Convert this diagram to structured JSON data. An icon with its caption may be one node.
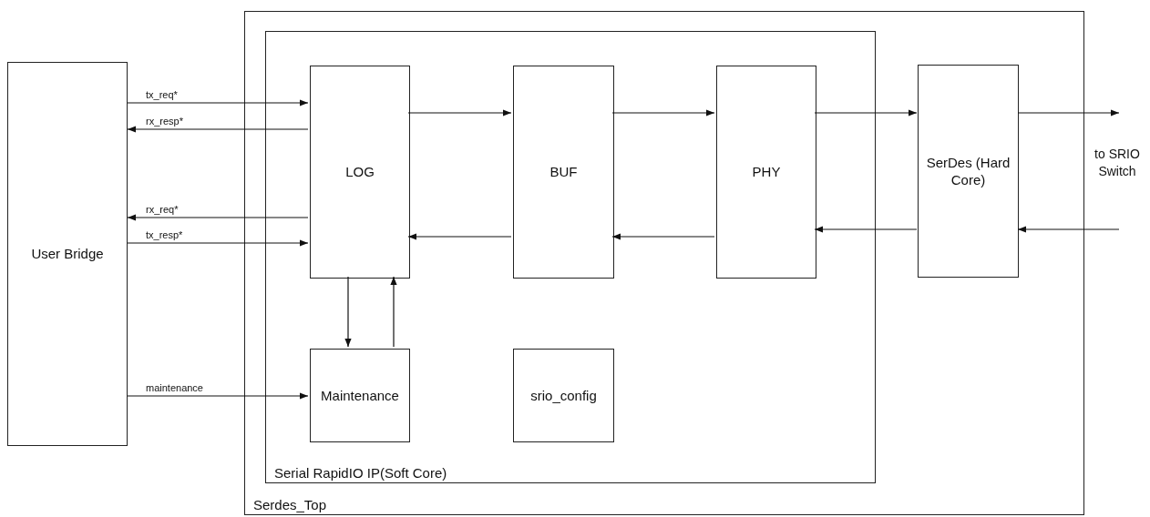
{
  "diagram": {
    "nodes": [
      {
        "text": [
          "Serdes_Top"
        ]
      },
      {
        "text": [
          "Serial RapidIO IP(Soft Core)"
        ],
        "in": 0
      },
      {
        "text": [
          "LOG"
        ],
        "in": 1
      },
      {
        "text": [
          "BUF"
        ],
        "in": 1
      },
      {
        "text": [
          "PHY"
        ],
        "in": 1
      },
      {
        "text": [
          "SerDes (Hard Core)"
        ],
        "in": 0
      },
      {
        "text": [
          "Maintenance"
        ],
        "in": 1
      },
      {
        "text": [
          "srio_config"
        ],
        "in": 1
      },
      {
        "text": [
          "User Bridge"
        ]
      }
    ],
    "edges": [
      {
        "from": 8,
        "to": 2,
        "arrow": "to",
        "label": "tx_req*"
      },
      {
        "from": 2,
        "to": 8,
        "arrow": "to",
        "label": "rx_resp*"
      },
      {
        "from": 2,
        "to": 8,
        "arrow": "to",
        "label": "rx_req*"
      },
      {
        "from": 8,
        "to": 2,
        "arrow": "to",
        "label": "tx_resp*"
      },
      {
        "from": 2,
        "to": 3,
        "arrow": "to"
      },
      {
        "from": 3,
        "to": 4,
        "arrow": "to"
      },
      {
        "from": 4,
        "to": 5,
        "arrow": "to"
      },
      {
        "from": 5,
        "to": null,
        "arrow": "to"
      },
      {
        "from": null,
        "to": 5,
        "arrow": "to"
      },
      {
        "from": 5,
        "to": 4,
        "arrow": "to"
      },
      {
        "from": 4,
        "to": 3,
        "arrow": "to"
      },
      {
        "from": 3,
        "to": 2,
        "arrow": "to"
      },
      {
        "from": 2,
        "to": 6,
        "arrow": "to"
      },
      {
        "from": 6,
        "to": 2,
        "arrow": "to"
      },
      {
        "from": 8,
        "to": 6,
        "arrow": "to",
        "label": "maintenance"
      }
    ],
    "labels": [
      "to SRIO Switch"
    ]
  }
}
